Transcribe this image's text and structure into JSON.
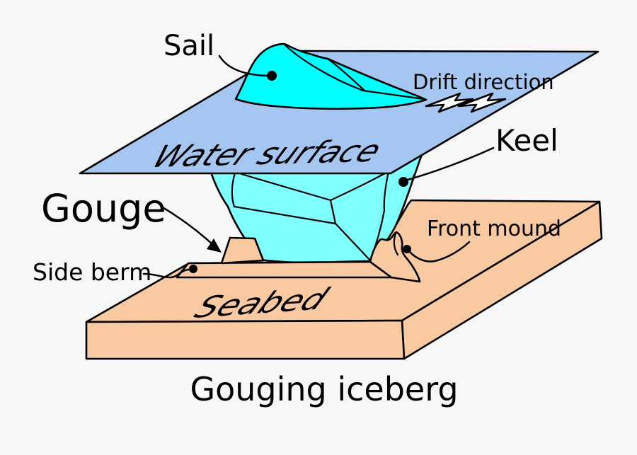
{
  "title": "Gouging iceberg",
  "labels": {
    "sail": "Sail",
    "drift_direction": "Drift direction",
    "keel": "Keel",
    "gouge": "Gouge",
    "side_berm": "Side berm",
    "front_mound": "Front mound"
  },
  "surface_texts": {
    "water_surface": "Water surface",
    "seabed": "Seabed"
  },
  "colors": {
    "background": "#f7f7f7",
    "water_surface_fill": "#a6c6f2",
    "sail_fill": "#00ffff",
    "keel_fill": "#80ffff",
    "seabed_fill": "#f9c9a2",
    "outline": "#000000",
    "drift_arrow_fill": "#ffffff"
  }
}
